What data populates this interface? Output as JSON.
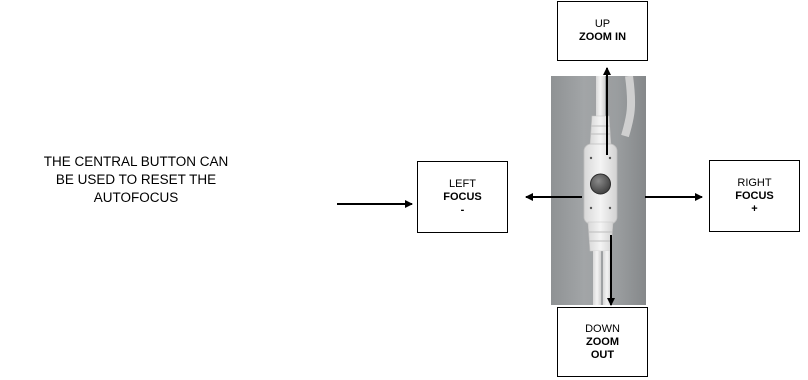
{
  "note": {
    "line1": "THE CENTRAL BUTTON CAN",
    "line2": "BE USED TO RESET THE",
    "line3": "AUTOFOCUS"
  },
  "up": {
    "direction": "UP",
    "action": "ZOOM IN"
  },
  "left": {
    "direction": "LEFT",
    "action": "FOCUS",
    "sign": "-"
  },
  "right": {
    "direction": "RIGHT",
    "action": "FOCUS",
    "sign": "+"
  },
  "down": {
    "direction": "DOWN",
    "action_line1": "ZOOM",
    "action_line2": "OUT"
  }
}
